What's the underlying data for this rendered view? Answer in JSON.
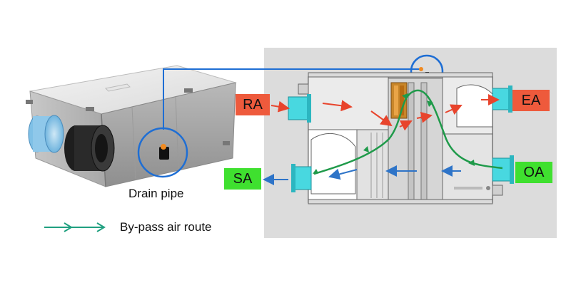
{
  "caption_drain": "Drain pipe",
  "legend_label": "By-pass air route",
  "ports": {
    "ra": "RA",
    "ea": "EA",
    "sa": "SA",
    "oa": "OA"
  },
  "colors": {
    "panel_bg": "#dcdcdc",
    "exhaust_box": "#ee5a3c",
    "supply_box": "#3fe02f",
    "exhaust_arrow": "#e8442c",
    "supply_arrow": "#2e74c8",
    "bypass_route": "#1f9a4a",
    "legend_route": "#20a080",
    "callout_ring": "#1e6ed4",
    "duct_collar": "#48d8e0"
  },
  "icons": [
    "drain-fitting-icon",
    "duct-collar-icon",
    "flow-arrow-icon"
  ]
}
